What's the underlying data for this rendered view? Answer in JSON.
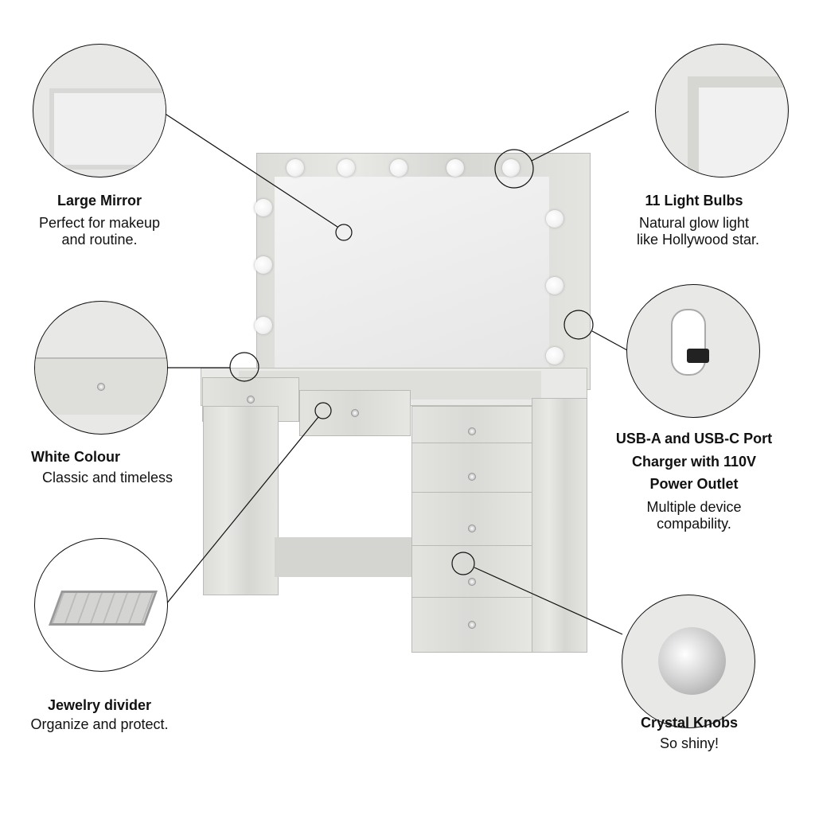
{
  "features": [
    {
      "title": "Large Mirror",
      "lines": [
        "Perfect for makeup",
        "and routine."
      ]
    },
    {
      "title": "11 Light Bulbs",
      "lines": [
        "Natural glow light",
        "like Hollywood star."
      ]
    },
    {
      "title": "White Colour",
      "lines": [
        "Classic and timeless"
      ]
    },
    {
      "title_lines": [
        "USB-A and USB-C Port",
        "Charger with 110V",
        "Power Outlet"
      ],
      "lines": [
        "Multiple device",
        "compability."
      ]
    },
    {
      "title": "Jewelry divider",
      "lines": [
        "Organize and protect."
      ]
    },
    {
      "title": "Crystal Knobs",
      "lines": [
        "So shiny!"
      ]
    }
  ]
}
